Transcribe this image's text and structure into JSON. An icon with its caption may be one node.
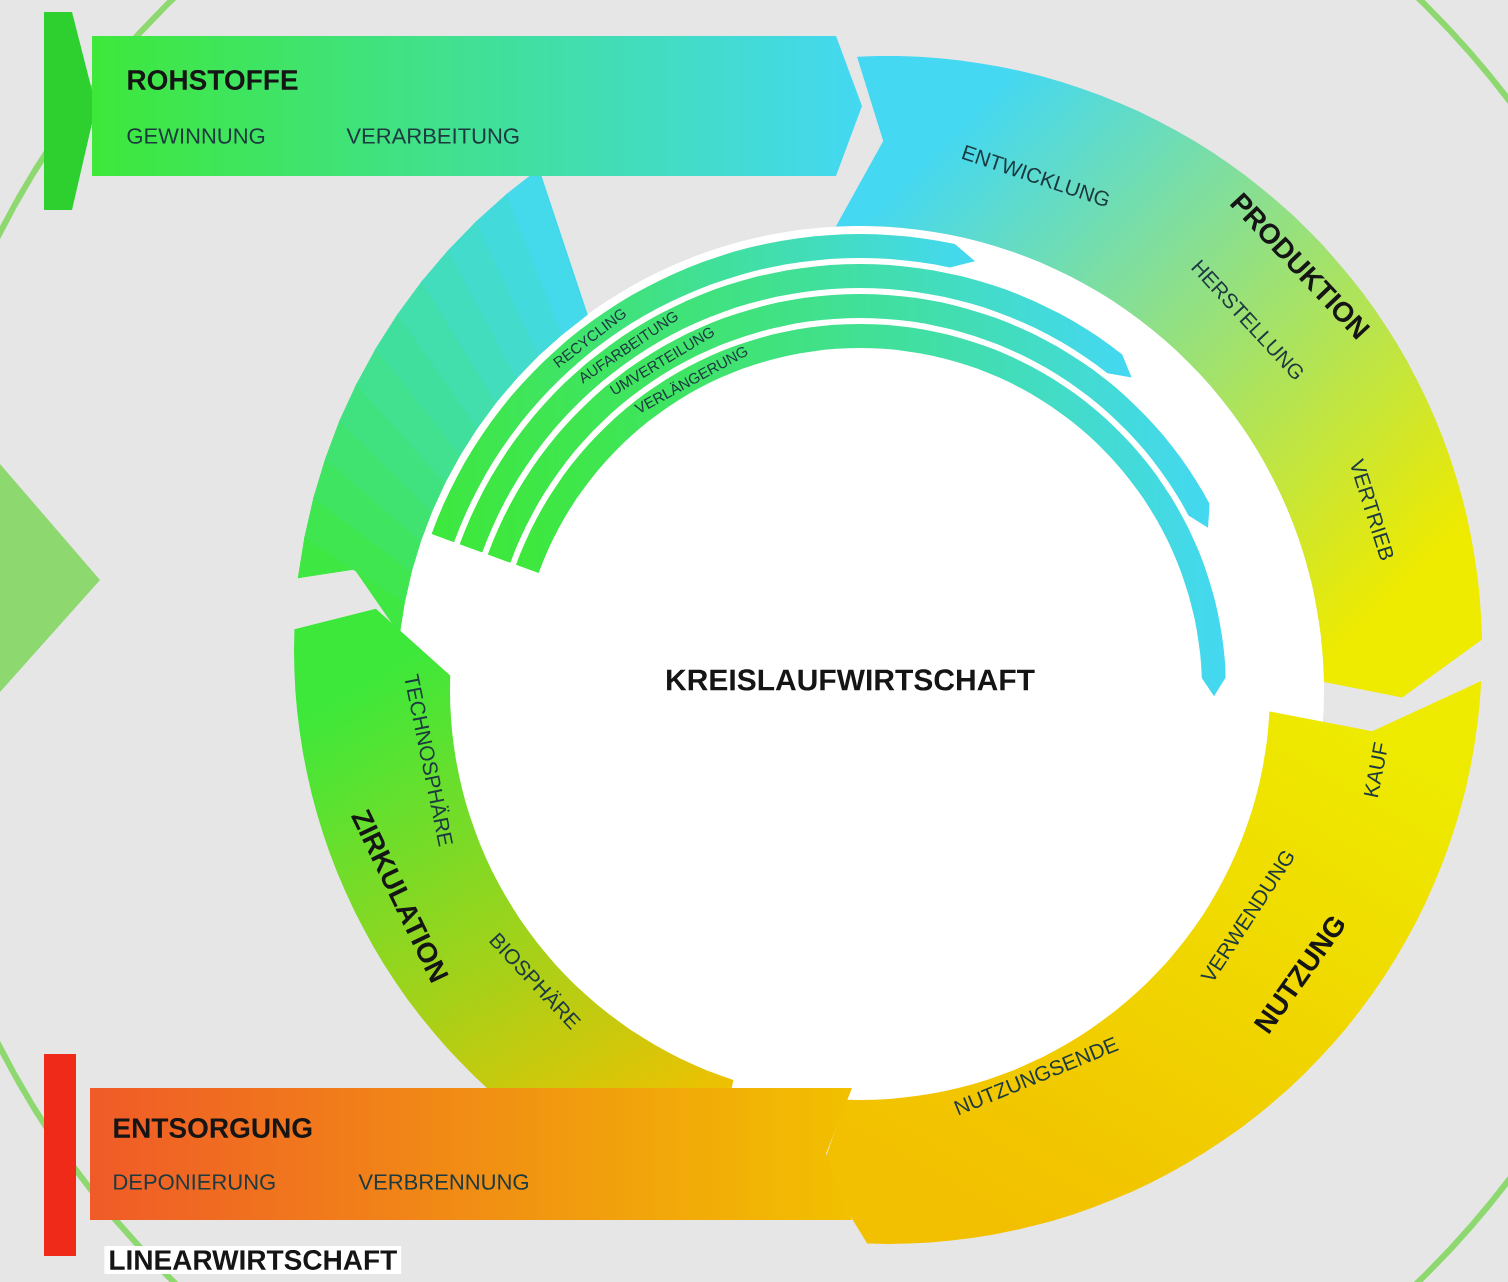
{
  "diagram": {
    "nodes": [
      {
        "text": [
          "ROHSTOFFE",
          "GEWINNUNG",
          "VERARBEITUNG"
        ]
      },
      {
        "text": [
          "PRODUKTION",
          "ENTWICKLUNG",
          "HERSTELLUNG",
          "VERTRIEB"
        ]
      },
      {
        "text": [
          "NUTZUNG",
          "KAUF",
          "VERWENDUNG",
          "NUTZUNGSENDE"
        ]
      },
      {
        "text": [
          "ZIRKULATION",
          "TECHNOSPHÄRE",
          "BIOSPHÄRE"
        ]
      },
      {
        "text": [
          "ENTSORGUNG",
          "DEPONIERUNG",
          "VERBRENNUNG"
        ]
      },
      {
        "text": [
          "KREISLAUFWIRTSCHAFT"
        ]
      },
      {
        "text": [
          "RECYCLING"
        ]
      },
      {
        "text": [
          "AUFARBEITUNG"
        ]
      },
      {
        "text": [
          "UMVERTEILUNG"
        ]
      },
      {
        "text": [
          "VERLÄNGERUNG"
        ]
      },
      {
        "text": [],
        "shape": "band"
      },
      {
        "text": [],
        "shape": "triangle"
      },
      {
        "text": [],
        "shape": "bar"
      },
      {
        "text": [],
        "shape": "bar"
      }
    ],
    "labels": [
      "LINEARWIRTSCHAFT"
    ]
  }
}
